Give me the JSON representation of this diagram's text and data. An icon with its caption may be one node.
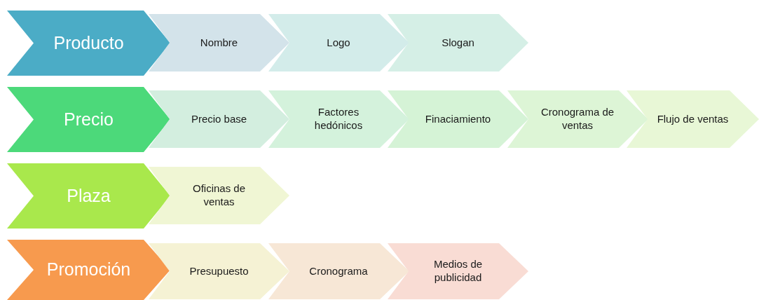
{
  "diagram": {
    "nodes": [
      {
        "text": [
          "Producto"
        ]
      },
      {
        "text": [
          "Nombre"
        ]
      },
      {
        "text": [
          "Logo"
        ]
      },
      {
        "text": [
          "Slogan"
        ]
      },
      {
        "text": [
          "Precio"
        ]
      },
      {
        "text": [
          "Precio base"
        ]
      },
      {
        "text": [
          "Factores hedónicos"
        ]
      },
      {
        "text": [
          "Finaciamiento"
        ]
      },
      {
        "text": [
          "Cronograma de ventas"
        ]
      },
      {
        "text": [
          "Flujo de ventas"
        ]
      },
      {
        "text": [
          "Plaza"
        ]
      },
      {
        "text": [
          "Oficinas de ventas"
        ]
      },
      {
        "text": [
          "Promoción"
        ]
      },
      {
        "text": [
          "Presupuesto"
        ]
      },
      {
        "text": [
          "Cronograma"
        ]
      },
      {
        "text": [
          "Medios de publicidad"
        ]
      }
    ]
  }
}
